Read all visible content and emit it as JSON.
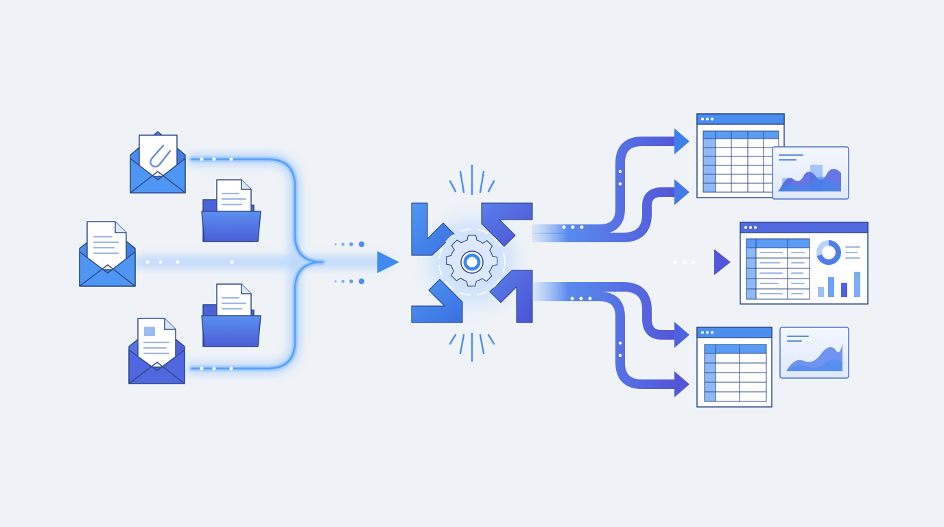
{
  "diagram": {
    "kind": "data-ingestion-pipeline",
    "inputs": [
      {
        "id": "email-attachment",
        "icon": "envelope-paperclip-icon"
      },
      {
        "id": "folder-document-1",
        "icon": "folder-document-icon"
      },
      {
        "id": "email-document-1",
        "icon": "envelope-document-icon"
      },
      {
        "id": "folder-document-2",
        "icon": "folder-document-icon"
      },
      {
        "id": "email-document-2",
        "icon": "envelope-image-document-icon"
      }
    ],
    "hub": {
      "icon": "gear-icon",
      "surround": "converging-arrows-icon"
    },
    "outputs": [
      {
        "id": "spreadsheet-with-area-chart",
        "icons": [
          "spreadsheet-window-icon",
          "area-chart-card-icon"
        ]
      },
      {
        "id": "dashboard",
        "icons": [
          "dashboard-window-icon",
          "donut-chart-icon",
          "bar-chart-icon"
        ]
      },
      {
        "id": "spreadsheet-with-wave-chart",
        "icons": [
          "spreadsheet-window-icon",
          "wave-chart-card-icon"
        ]
      }
    ]
  },
  "colors": {
    "background": "#eff3f8",
    "blue_light": "#3f8bef",
    "blue_mid": "#4a78e6",
    "indigo": "#5b62dc",
    "outline": "#2f4a8a",
    "paper": "#ffffff",
    "glow": "#9cc6ff"
  }
}
